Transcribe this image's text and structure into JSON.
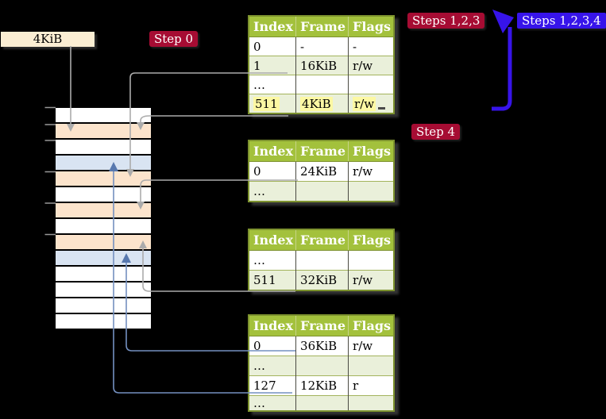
{
  "frame_label": "4KiB",
  "badges": {
    "step0": "Step 0",
    "steps123": "Steps 1,2,3",
    "steps1234": "Steps 1,2,3,4",
    "step4": "Step 4"
  },
  "palette": {
    "badge_red": "#a60c33",
    "badge_blue": "#3714ea",
    "recursive_arrow_blue": "#3714ea",
    "header_green": "#a3c13c",
    "row_green": "#eaf0da",
    "highlight_yellow": "#fcf8a3",
    "page_table_frame_orange": "#fce4cc",
    "mapped_page_frame_blue": "#d9e4f2",
    "free_frame_white": "#ffffff",
    "label_cream": "#fbeed3",
    "connector_gray": "#ababab",
    "connector_blue": "#7490c0"
  },
  "memory": {
    "rows": [
      {
        "type": "free"
      },
      {
        "type": "page_table"
      },
      {
        "type": "free"
      },
      {
        "type": "mapped_page"
      },
      {
        "type": "page_table"
      },
      {
        "type": "free"
      },
      {
        "type": "page_table"
      },
      {
        "type": "free"
      },
      {
        "type": "page_table"
      },
      {
        "type": "mapped_page"
      },
      {
        "type": "free"
      },
      {
        "type": "free"
      },
      {
        "type": "free"
      },
      {
        "type": "free"
      }
    ]
  },
  "table_headers": [
    "Index",
    "Frame",
    "Flags"
  ],
  "tables": [
    {
      "rows": [
        {
          "cells": [
            "0",
            "-",
            "-"
          ],
          "shade": "white"
        },
        {
          "cells": [
            "1",
            "16KiB",
            "r/w"
          ],
          "shade": "green"
        },
        {
          "cells": [
            "…",
            "",
            ""
          ],
          "shade": "white"
        },
        {
          "cells": [
            "511",
            "4KiB",
            "r/w"
          ],
          "shade": "green",
          "highlight": true
        }
      ]
    },
    {
      "rows": [
        {
          "cells": [
            "0",
            "24KiB",
            "r/w"
          ],
          "shade": "white"
        },
        {
          "cells": [
            "…",
            "",
            ""
          ],
          "shade": "green"
        }
      ]
    },
    {
      "rows": [
        {
          "cells": [
            "…",
            "",
            ""
          ],
          "shade": "white"
        },
        {
          "cells": [
            "511",
            "32KiB",
            "r/w"
          ],
          "shade": "green"
        }
      ]
    },
    {
      "rows": [
        {
          "cells": [
            "0",
            "36KiB",
            "r/w"
          ],
          "shade": "white"
        },
        {
          "cells": [
            "…",
            "",
            ""
          ],
          "shade": "green"
        },
        {
          "cells": [
            "127",
            "12KiB",
            "r"
          ],
          "shade": "white"
        },
        {
          "cells": [
            "…",
            "",
            ""
          ],
          "shade": "green"
        }
      ]
    }
  ]
}
